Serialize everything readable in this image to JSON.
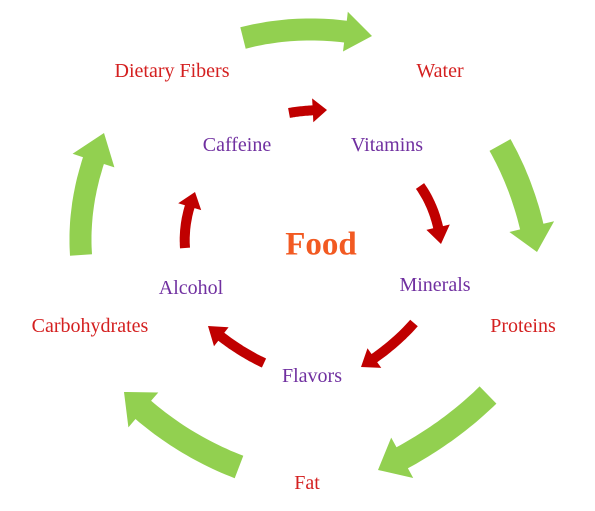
{
  "center_label": "Food",
  "outer_ring": {
    "color": "#d42020",
    "arrow_color": "#92d050",
    "items": [
      "Dietary Fibers",
      "Water",
      "Proteins",
      "Fat",
      "Carbohydrates"
    ]
  },
  "inner_ring": {
    "color": "#7030a0",
    "arrow_color": "#c00000",
    "items": [
      "Caffeine",
      "Vitamins",
      "Minerals",
      "Flavors",
      "Alcohol"
    ]
  }
}
